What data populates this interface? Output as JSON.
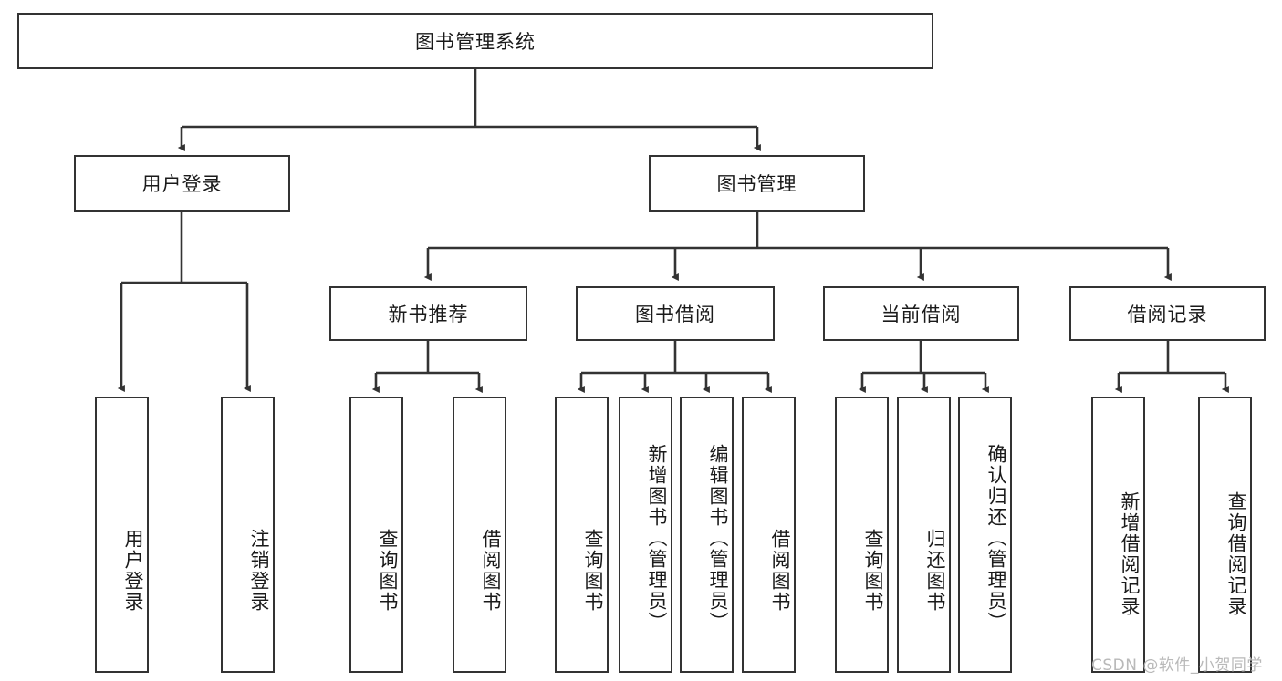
{
  "diagram": {
    "type": "tree-hierarchy-chart",
    "title": "图书管理系统",
    "root": {
      "label": "图书管理系统"
    },
    "level2": [
      {
        "id": "user-login",
        "label": "用户登录"
      },
      {
        "id": "book-management",
        "label": "图书管理"
      }
    ],
    "level3": [
      {
        "id": "new-book-recommend",
        "label": "新书推荐",
        "parent": "book-management"
      },
      {
        "id": "book-borrow",
        "label": "图书借阅",
        "parent": "book-management"
      },
      {
        "id": "current-borrow",
        "label": "当前借阅",
        "parent": "book-management"
      },
      {
        "id": "borrow-record",
        "label": "借阅记录",
        "parent": "book-management"
      }
    ],
    "leaves": {
      "user-login": [
        {
          "id": "leaf-user-login",
          "label": "用户登录"
        },
        {
          "id": "leaf-logout",
          "label": "注销登录"
        }
      ],
      "new-book-recommend": [
        {
          "id": "leaf-query-book-1",
          "label": "查询图书"
        },
        {
          "id": "leaf-borrow-book-1",
          "label": "借阅图书"
        }
      ],
      "book-borrow": [
        {
          "id": "leaf-query-book-2",
          "label": "查询图书"
        },
        {
          "id": "leaf-add-book",
          "label": "新增图书（管理员）"
        },
        {
          "id": "leaf-edit-book",
          "label": "编辑图书（管理员）"
        },
        {
          "id": "leaf-borrow-book-2",
          "label": "借阅图书"
        }
      ],
      "current-borrow": [
        {
          "id": "leaf-query-book-3",
          "label": "查询图书"
        },
        {
          "id": "leaf-return-book",
          "label": "归还图书"
        },
        {
          "id": "leaf-confirm-return",
          "label": "确认归还（管理员）"
        }
      ],
      "borrow-record": [
        {
          "id": "leaf-add-record",
          "label": "新增借阅记录"
        },
        {
          "id": "leaf-query-record",
          "label": "查询借阅记录"
        }
      ]
    },
    "colors": {
      "stroke": "#333333",
      "fill": "#ffffff",
      "text": "#1a1a1a",
      "watermark": "#b9b9b9"
    }
  },
  "watermark": {
    "text": "CSDN @软件_小贺同学"
  }
}
